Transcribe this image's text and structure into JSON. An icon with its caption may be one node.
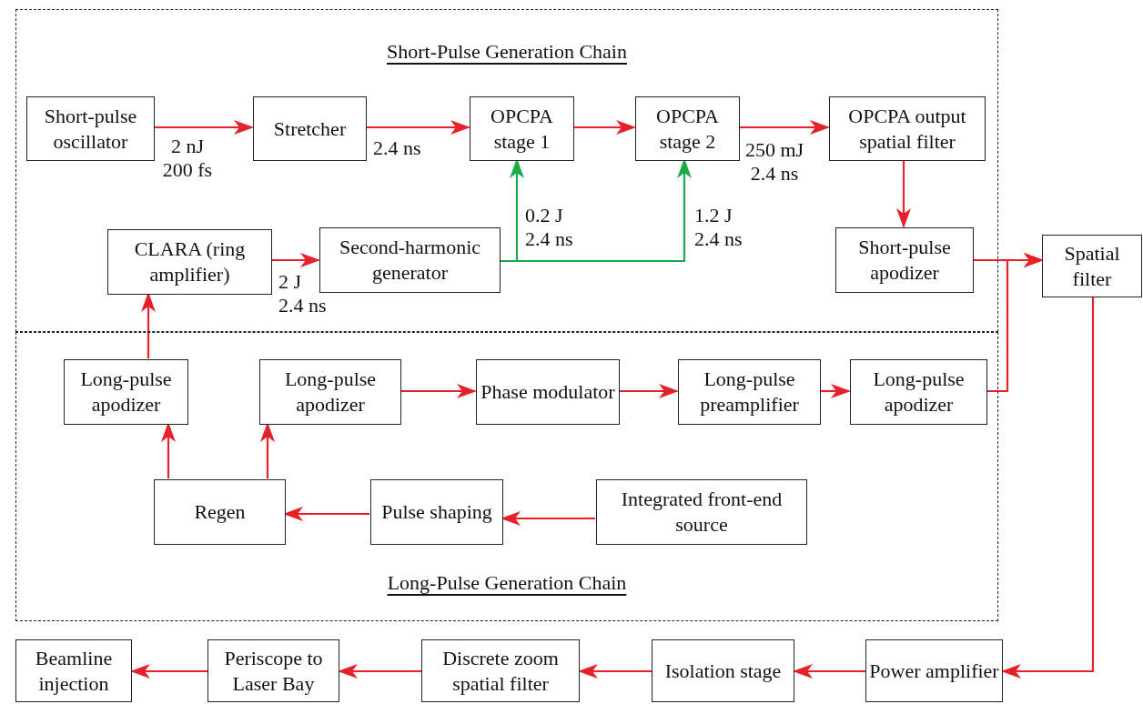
{
  "diagram": {
    "nodes": [
      {
        "text": [
          "Short-Pulse Generation Chain"
        ]
      },
      {
        "text": [
          "Short-pulse oscillator"
        ],
        "in": 0
      },
      {
        "text": [
          "Stretcher"
        ],
        "in": 0
      },
      {
        "text": [
          "OPCPA stage 1"
        ],
        "in": 0
      },
      {
        "text": [
          "OPCPA stage 2"
        ],
        "in": 0
      },
      {
        "text": [
          "OPCPA output spatial filter"
        ],
        "in": 0
      },
      {
        "text": [
          "CLARA (ring amplifier)"
        ],
        "in": 0
      },
      {
        "text": [
          "Second-harmonic generator"
        ],
        "in": 0
      },
      {
        "text": [
          "Short-pulse apodizer"
        ],
        "in": 0
      },
      {
        "text": [
          "Long-Pulse Generation Chain"
        ]
      },
      {
        "text": [
          "Long-pulse apodizer"
        ],
        "in": 9
      },
      {
        "text": [
          "Long-pulse apodizer"
        ],
        "in": 9
      },
      {
        "text": [
          "Phase modulator"
        ],
        "in": 9
      },
      {
        "text": [
          "Long-pulse preamplifier"
        ],
        "in": 9
      },
      {
        "text": [
          "Long-pulse apodizer"
        ],
        "in": 9
      },
      {
        "text": [
          "Regen"
        ],
        "in": 9
      },
      {
        "text": [
          "Pulse shaping"
        ],
        "in": 9
      },
      {
        "text": [
          "Integrated front-end source"
        ],
        "in": 9
      },
      {
        "text": [
          "Spatial filter"
        ]
      },
      {
        "text": [
          "Beamline injection"
        ]
      },
      {
        "text": [
          "Periscope to Laser Bay"
        ]
      },
      {
        "text": [
          "Discrete zoom spatial filter"
        ]
      },
      {
        "text": [
          "Isolation stage"
        ]
      },
      {
        "text": [
          "Power amplifier"
        ]
      }
    ],
    "edges": [
      {
        "from": 1,
        "to": 2,
        "arrow": "to",
        "label": "2 nJ 200 fs"
      },
      {
        "from": 2,
        "to": 3,
        "arrow": "to",
        "label": "2.4 ns"
      },
      {
        "from": 3,
        "to": 4,
        "arrow": "to"
      },
      {
        "from": 4,
        "to": 5,
        "arrow": "to",
        "label": "250 mJ 2.4 ns"
      },
      {
        "from": 5,
        "to": 8,
        "arrow": "to"
      },
      {
        "from": 6,
        "to": 7,
        "arrow": "to",
        "label": "2 J 2.4 ns"
      },
      {
        "from": 7,
        "to": 3,
        "arrow": "to",
        "label": "0.2 J 2.4 ns",
        "color": "#1aaa4a"
      },
      {
        "from": 7,
        "to": 4,
        "arrow": "to",
        "label": "1.2 J 2.4 ns",
        "color": "#1aaa4a"
      },
      {
        "from": 8,
        "to": 18,
        "arrow": "to"
      },
      {
        "from": 14,
        "to": 18,
        "arrow": "to"
      },
      {
        "from": 10,
        "to": 6,
        "arrow": "to"
      },
      {
        "from": 15,
        "to": 10,
        "arrow": "to"
      },
      {
        "from": 15,
        "to": 11,
        "arrow": "to"
      },
      {
        "from": 11,
        "to": 12,
        "arrow": "to"
      },
      {
        "from": 12,
        "to": 13,
        "arrow": "to"
      },
      {
        "from": 13,
        "to": 14,
        "arrow": "to"
      },
      {
        "from": 17,
        "to": 16,
        "arrow": "to"
      },
      {
        "from": 16,
        "to": 15,
        "arrow": "to"
      },
      {
        "from": 18,
        "to": 23,
        "arrow": "to"
      },
      {
        "from": 23,
        "to": 22,
        "arrow": "to"
      },
      {
        "from": 22,
        "to": 21,
        "arrow": "to"
      },
      {
        "from": 21,
        "to": 20,
        "arrow": "to"
      },
      {
        "from": 20,
        "to": 19,
        "arrow": "to"
      }
    ]
  }
}
